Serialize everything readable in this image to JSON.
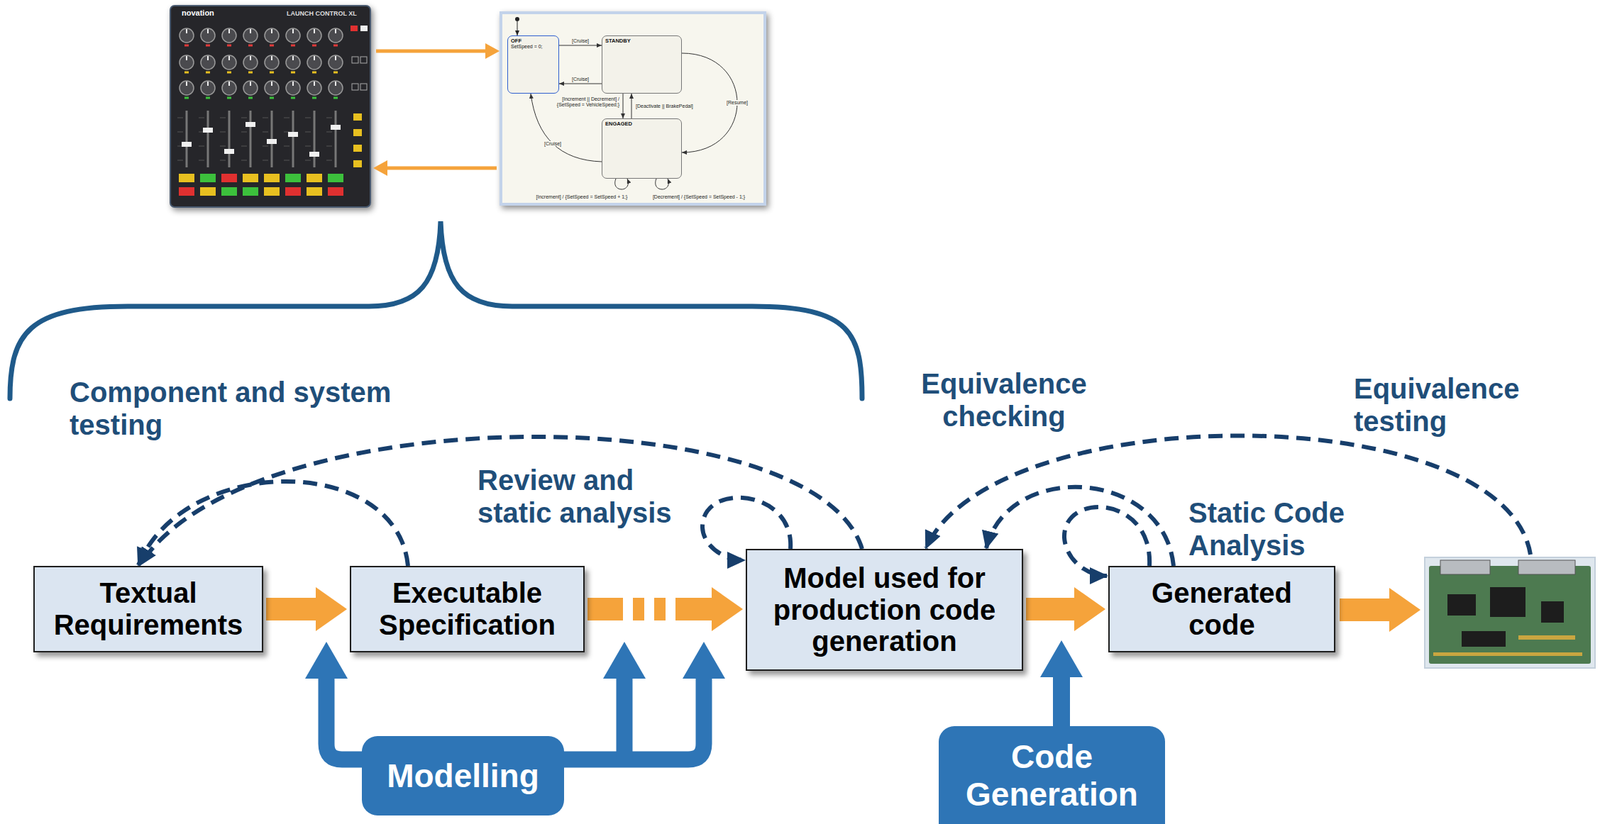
{
  "diagram": {
    "nodes": [
      {
        "text": [
          "OFF",
          "SetSpeed = 0;"
        ]
      },
      {
        "text": [
          "STANDBY"
        ]
      },
      {
        "text": [
          "ENGAGED"
        ]
      },
      {
        "text": [
          "Textual Requirements"
        ]
      },
      {
        "text": [
          "Executable Specification"
        ]
      },
      {
        "text": [
          "Model used for production code generation"
        ]
      },
      {
        "text": [
          "Generated code"
        ]
      },
      {
        "text": [
          "Modelling"
        ]
      },
      {
        "text": [
          "Code Generation"
        ]
      }
    ],
    "edges": [
      {
        "from": 0,
        "to": 1,
        "arrow": "to",
        "label": "[Cruise]"
      },
      {
        "from": 1,
        "to": 0,
        "arrow": "to",
        "label": "[Cruise]"
      },
      {
        "from": 2,
        "to": 0,
        "arrow": "to",
        "label": "[Cruise]"
      },
      {
        "from": 1,
        "to": 2,
        "arrow": "to",
        "label": "[Increment || Decrement] / {SetSpeed = VehicleSpeed;}"
      },
      {
        "from": 2,
        "to": 1,
        "arrow": "to",
        "label": "[Deactivate || BrakePedal]"
      },
      {
        "from": 1,
        "to": 2,
        "arrow": "to",
        "label": "[Resume]"
      },
      {
        "from": 2,
        "to": 2,
        "arrow": "to",
        "label": "[Increment] / {SetSpeed = SetSpeed + 1;}"
      },
      {
        "from": 2,
        "to": 2,
        "arrow": "to",
        "label": "[Decrement] / {SetSpeed = SetSpeed - 1;}"
      },
      {
        "from": 3,
        "to": 4,
        "arrow": "to"
      },
      {
        "from": 4,
        "to": 5,
        "arrow": "to"
      },
      {
        "from": 5,
        "to": 6,
        "arrow": "to"
      },
      {
        "from": 4,
        "to": 3,
        "arrow": "to"
      },
      {
        "from": 5,
        "to": 3,
        "arrow": "to"
      },
      {
        "from": 5,
        "to": 5,
        "arrow": "to"
      },
      {
        "from": 6,
        "to": 5,
        "arrow": "to"
      },
      {
        "from": 6,
        "to": 6,
        "arrow": "to"
      }
    ],
    "labels": [
      "novation",
      "LAUNCH CONTROL XL",
      "Component and system testing",
      "Review and static analysis",
      "Equivalence checking",
      "Equivalence testing",
      "Static Code Analysis"
    ]
  }
}
